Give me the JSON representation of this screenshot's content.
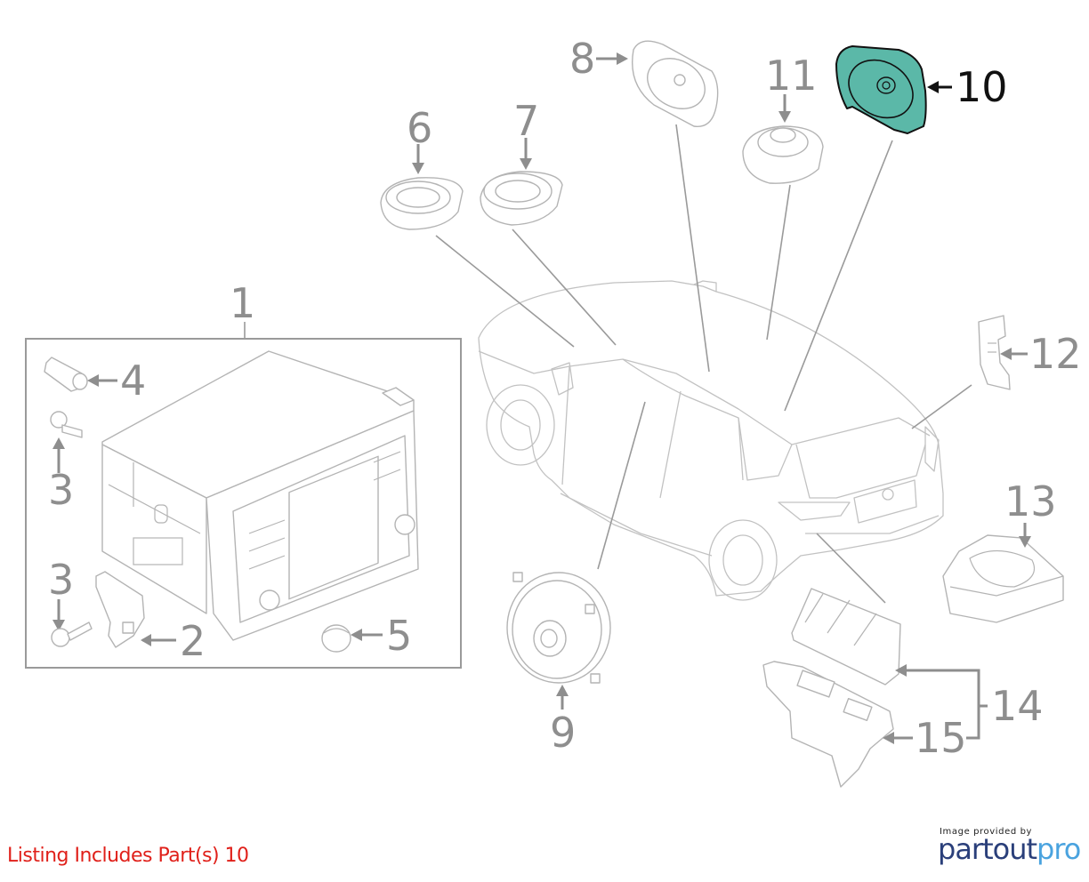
{
  "callouts": {
    "n1": "1",
    "n2": "2",
    "n3a": "3",
    "n3b": "3",
    "n4": "4",
    "n5": "5",
    "n6": "6",
    "n7": "7",
    "n8": "8",
    "n9": "9",
    "n10": "10",
    "n11": "11",
    "n12": "12",
    "n13": "13",
    "n14": "14",
    "n15": "15"
  },
  "highlight": {
    "part": "10",
    "fill_color": "#5bb8a8",
    "outline_color": "#111111"
  },
  "footer": {
    "listing_text": "Listing Includes Part(s)  10",
    "listing_color": "#e0201a",
    "credit": "Image provided by",
    "brand_part1": "partout",
    "brand_part2": "pro",
    "brand_color1": "#2a3f7a",
    "brand_color2": "#4aa3df"
  }
}
